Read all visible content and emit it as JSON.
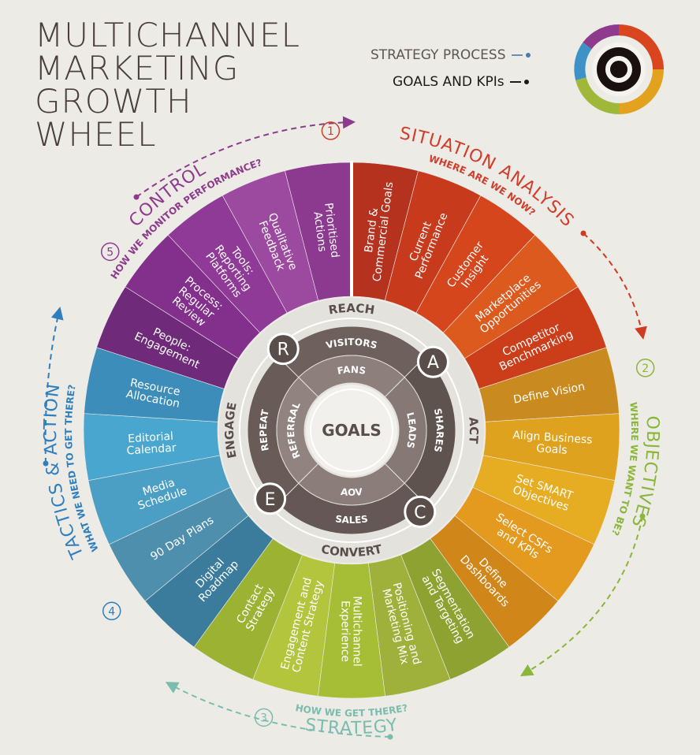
{
  "title": [
    "MULTICHANNEL",
    "MARKETING",
    "GROWTH",
    "WHEEL"
  ],
  "legend": {
    "strategy_process": "STRATEGY PROCESS",
    "goals_kpis": "GOALS AND KPIs"
  },
  "colors": {
    "background": "#ecebe6",
    "title": "#4a3f3b",
    "control": "#8e3b8e",
    "situation": "#d03b22",
    "objectives": "#7fae2e",
    "strategy": "#7ab6a8",
    "tactics": "#2f7fbf",
    "core_dark": "#5e5250",
    "core_light": "#9a8e8b"
  },
  "stages": [
    {
      "num": "1",
      "title": "SITUATION ANALYSIS",
      "subtitle": "WHERE ARE WE NOW?",
      "color": "#d13d2a"
    },
    {
      "num": "2",
      "title": "OBJECTIVES",
      "subtitle": "WHERE WE WANT TO BE?",
      "color": "#8ab63a"
    },
    {
      "num": "3",
      "title": "STRATEGY",
      "subtitle": "HOW WE GET THERE?",
      "color": "#7cbcae"
    },
    {
      "num": "4",
      "title": "TACTICS & ACTION",
      "subtitle": "WHAT WE NEED TO GET THERE?",
      "color": "#2f7fbf"
    },
    {
      "num": "5",
      "title": "CONTROL",
      "subtitle": "HOW WE MONITOR PERFORMANCE?",
      "color": "#8e3b8e"
    }
  ],
  "segments": [
    {
      "label": [
        "Brand &",
        "Commercial Goals"
      ],
      "color": "#b5321f"
    },
    {
      "label": [
        "Current",
        "Performance"
      ],
      "color": "#c83a1c"
    },
    {
      "label": [
        "Customer",
        "Insight"
      ],
      "color": "#d5461d"
    },
    {
      "label": [
        "Marketplace",
        "Opportunities"
      ],
      "color": "#dd5a1f"
    },
    {
      "label": [
        "Competitor",
        "Benchmarking"
      ],
      "color": "#cc3d1a"
    },
    {
      "label": [
        "Define Vision"
      ],
      "color": "#c98a1f"
    },
    {
      "label": [
        "Align Business",
        "Goals"
      ],
      "color": "#dfa21f"
    },
    {
      "label": [
        "Set SMART",
        "Objectives"
      ],
      "color": "#e6ad23"
    },
    {
      "label": [
        "Select CSFs",
        "and KPIs"
      ],
      "color": "#e39a1f"
    },
    {
      "label": [
        "Define",
        "Dashboards"
      ],
      "color": "#d1861a"
    },
    {
      "label": [
        "Segmentation",
        "and Targeting"
      ],
      "color": "#8ea232"
    },
    {
      "label": [
        "Positioning and",
        "Marketing Mix"
      ],
      "color": "#9fb13a"
    },
    {
      "label": [
        "Multichannel",
        "Experience"
      ],
      "color": "#a6bd36"
    },
    {
      "label": [
        "Engagement and",
        "Content Strategy"
      ],
      "color": "#b2c53d"
    },
    {
      "label": [
        "Contact",
        "Strategy"
      ],
      "color": "#9cb233"
    },
    {
      "label": [
        "Digital",
        "Roadmap"
      ],
      "color": "#3b7c9c"
    },
    {
      "label": [
        "90 Day Plans"
      ],
      "color": "#4e8fae"
    },
    {
      "label": [
        "Media",
        "Schedule"
      ],
      "color": "#4b9fc4"
    },
    {
      "label": [
        "Editorial",
        "Calendar"
      ],
      "color": "#49a6cf"
    },
    {
      "label": [
        "Resource",
        "Allocation"
      ],
      "color": "#3d8dba"
    },
    {
      "label": [
        "People:",
        "Engagement"
      ],
      "color": "#6f2a79"
    },
    {
      "label": [
        "Process:",
        "Regular",
        "Review"
      ],
      "color": "#82308c"
    },
    {
      "label": [
        "Tools:",
        "Reporting",
        "Platforms"
      ],
      "color": "#8f3a96"
    },
    {
      "label": [
        "Qualitative",
        "Feedback"
      ],
      "color": "#9b4aa0"
    },
    {
      "label": [
        "Prioritised",
        "Actions"
      ],
      "color": "#8b3a8f"
    }
  ],
  "race": [
    {
      "letter": "R",
      "name": "REACH",
      "items": [
        "VISITORS",
        "FANS"
      ]
    },
    {
      "letter": "A",
      "name": "ACT",
      "items": [
        "SHARES",
        "LEADS"
      ]
    },
    {
      "letter": "C",
      "name": "CONVERT",
      "items": [
        "SALES",
        "AOV"
      ]
    },
    {
      "letter": "E",
      "name": "ENGAGE",
      "items": [
        "REPEAT",
        "REFERRAL"
      ]
    }
  ],
  "core": "GOALS"
}
